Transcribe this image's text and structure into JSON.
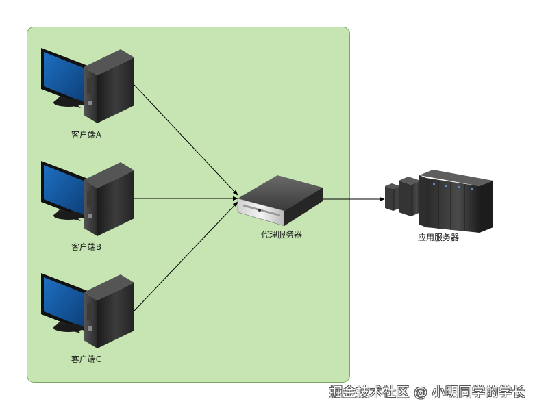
{
  "clients": [
    {
      "label": "客户端A",
      "icon": "desktop-computer-icon"
    },
    {
      "label": "客户端B",
      "icon": "desktop-computer-icon"
    },
    {
      "label": "客户端C",
      "icon": "desktop-computer-icon"
    }
  ],
  "proxy": {
    "label": "代理服务器",
    "icon": "rack-server-icon"
  },
  "app_server": {
    "label": "应用服务器",
    "icon": "server-cluster-icon"
  },
  "watermark": "掘金技术社区 @ 小明同学的学长",
  "colors": {
    "group_fill": "#c6e5b3",
    "group_stroke": "#82b366",
    "monitor_screen": "#1a5fa8",
    "device_dark": "#2b2b2b",
    "edge": "#000000"
  }
}
